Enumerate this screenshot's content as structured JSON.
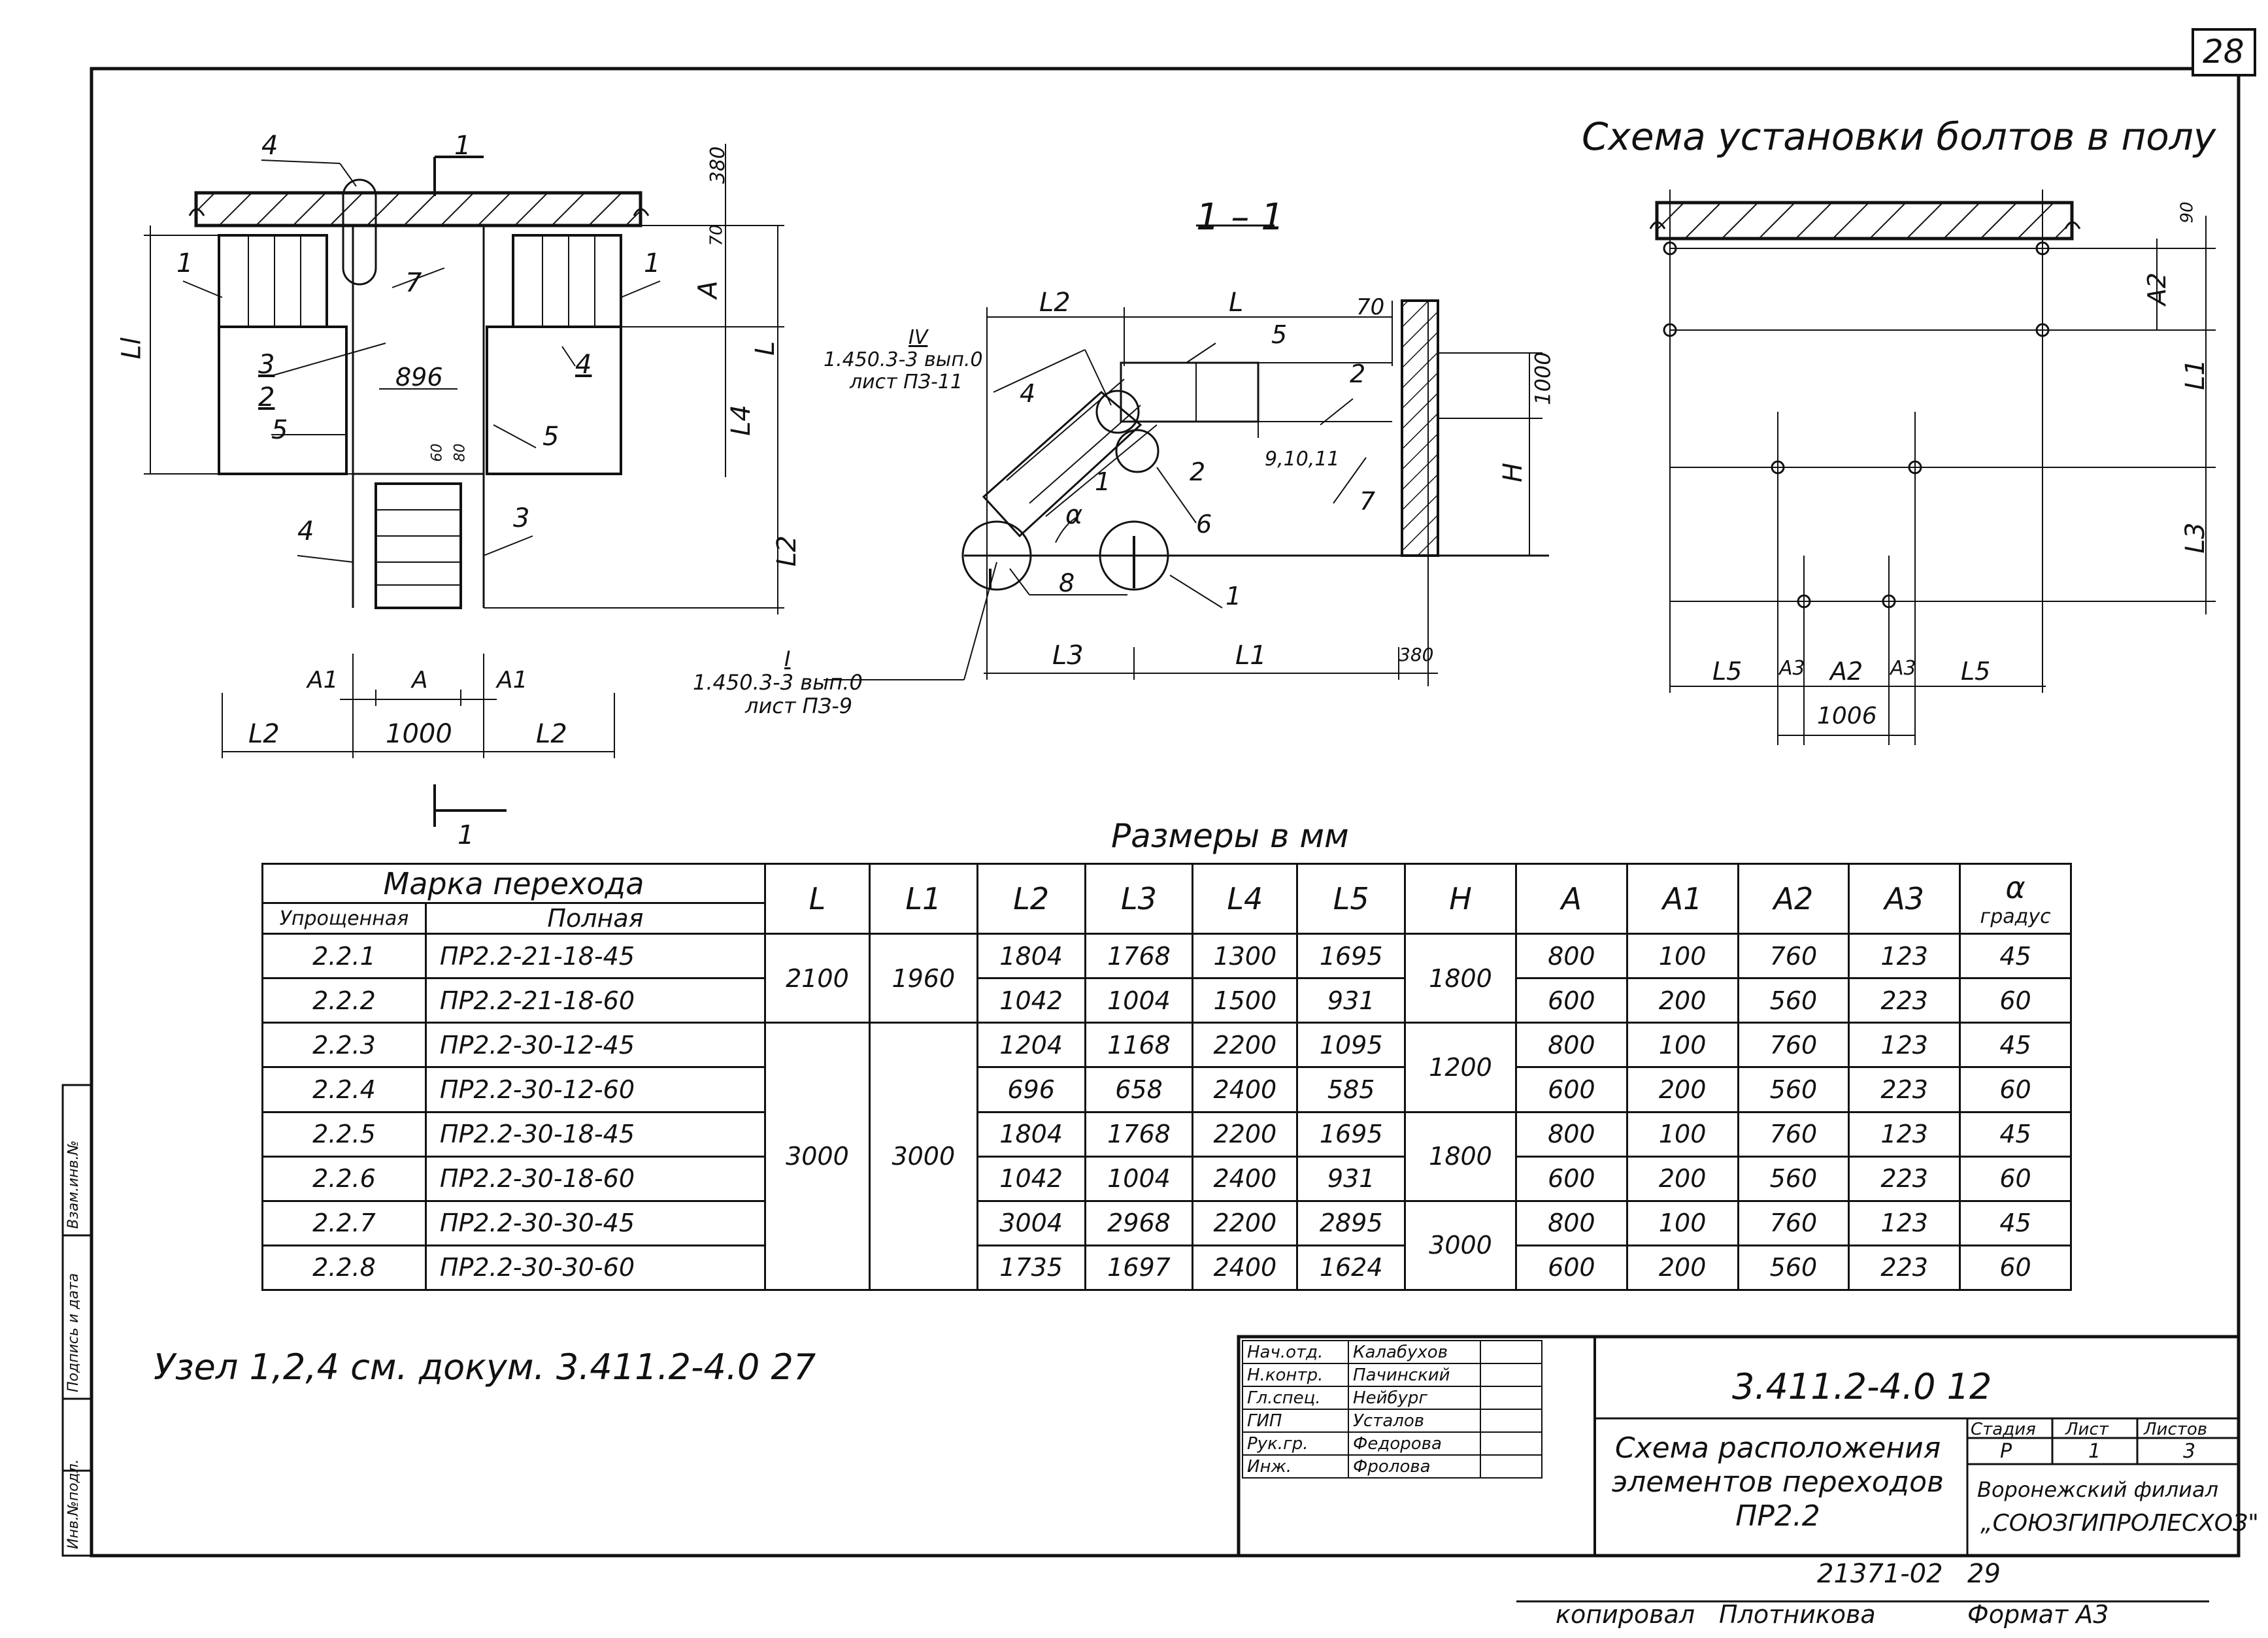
{
  "sheet": {
    "page_number": "28",
    "format": "Формат А3",
    "copied_by": "копировал",
    "copier_name": "Плотникова",
    "archive_number": "21371-02",
    "archive_page": "29"
  },
  "drawings": {
    "plan": {
      "labels": [
        "4",
        "1",
        "380",
        "70",
        "1",
        "1",
        "А",
        "7",
        "Ll",
        "L",
        "3",
        "2",
        "896",
        "4",
        "5",
        "5",
        "L4",
        "60",
        "80",
        "4",
        "3",
        "L2",
        "A1",
        "A",
        "A1",
        "L2",
        "1000",
        "L2",
        "1"
      ]
    },
    "section": {
      "title": "1 – 1",
      "callout_top": {
        "roman": "IV",
        "doc": "1.450.3-3 вып.0",
        "sheet": "лист ПЗ-11"
      },
      "callout_bottom": {
        "roman": "I",
        "doc": "1.450.3-3 вып.0",
        "sheet": "лист ПЗ-9"
      },
      "labels": [
        "L2",
        "L",
        "70",
        "5",
        "4",
        "2",
        "1000",
        "9,10,11",
        "2",
        "1",
        "H",
        "7",
        "6",
        "α",
        "8",
        "1",
        "L3",
        "L1",
        "380"
      ]
    },
    "bolts": {
      "title": "Схема установки болтов в полу",
      "labels": [
        "90",
        "A2",
        "L1",
        "L3",
        "L5",
        "A3",
        "A2",
        "A3",
        "L5",
        "1006"
      ]
    }
  },
  "units_caption": "Размеры в мм",
  "table": {
    "mark_header": "Марка перехода",
    "sub_headers": [
      "Упрощенная",
      "Полная"
    ],
    "columns": [
      "L",
      "L1",
      "L2",
      "L3",
      "L4",
      "L5",
      "H",
      "A",
      "A1",
      "A2",
      "A3"
    ],
    "alpha_header": "α",
    "alpha_unit": "градус",
    "rows": [
      {
        "short": "2.2.1",
        "full": "ПР2.2-21-18-45",
        "L2": "1804",
        "L3": "1768",
        "L4": "1300",
        "L5": "1695",
        "A": "800",
        "A1": "100",
        "A2": "760",
        "A3": "123",
        "alpha": "45"
      },
      {
        "short": "2.2.2",
        "full": "ПР2.2-21-18-60",
        "L2": "1042",
        "L3": "1004",
        "L4": "1500",
        "L5": "931",
        "A": "600",
        "A1": "200",
        "A2": "560",
        "A3": "223",
        "alpha": "60"
      },
      {
        "short": "2.2.3",
        "full": "ПР2.2-30-12-45",
        "L2": "1204",
        "L3": "1168",
        "L4": "2200",
        "L5": "1095",
        "A": "800",
        "A1": "100",
        "A2": "760",
        "A3": "123",
        "alpha": "45"
      },
      {
        "short": "2.2.4",
        "full": "ПР2.2-30-12-60",
        "L2": "696",
        "L3": "658",
        "L4": "2400",
        "L5": "585",
        "A": "600",
        "A1": "200",
        "A2": "560",
        "A3": "223",
        "alpha": "60"
      },
      {
        "short": "2.2.5",
        "full": "ПР2.2-30-18-45",
        "L2": "1804",
        "L3": "1768",
        "L4": "2200",
        "L5": "1695",
        "A": "800",
        "A1": "100",
        "A2": "760",
        "A3": "123",
        "alpha": "45"
      },
      {
        "short": "2.2.6",
        "full": "ПР2.2-30-18-60",
        "L2": "1042",
        "L3": "1004",
        "L4": "2400",
        "L5": "931",
        "A": "600",
        "A1": "200",
        "A2": "560",
        "A3": "223",
        "alpha": "60"
      },
      {
        "short": "2.2.7",
        "full": "ПР2.2-30-30-45",
        "L2": "3004",
        "L3": "2968",
        "L4": "2200",
        "L5": "2895",
        "A": "800",
        "A1": "100",
        "A2": "760",
        "A3": "123",
        "alpha": "45"
      },
      {
        "short": "2.2.8",
        "full": "ПР2.2-30-30-60",
        "L2": "1735",
        "L3": "1697",
        "L4": "2400",
        "L5": "1624",
        "A": "600",
        "A1": "200",
        "A2": "560",
        "A3": "223",
        "alpha": "60"
      }
    ],
    "merged": {
      "L_a": "2100",
      "L1_a": "1960",
      "L_b": "3000",
      "L1_b": "3000",
      "H1": "1800",
      "H2": "1200",
      "H3": "1800",
      "H4": "3000"
    }
  },
  "note": "Узел 1,2,4 см. докум. 3.411.2-4.0  27",
  "title_block": {
    "doc_code": "3.411.2-4.0  12",
    "title": "Схема расположения элементов переходов ПР2.2",
    "stage_label": "Стадия",
    "sheet_label": "Лист",
    "sheets_label": "Листов",
    "stage": "Р",
    "sheet": "1",
    "sheets": "3",
    "org_line1": "Воронежский филиал",
    "org_line2": "„СОЮЗГИПРОЛЕСХОЗ\"",
    "signatures": [
      {
        "role": "Нач.отд.",
        "name": "Калабухов"
      },
      {
        "role": "Н.контр.",
        "name": "Пачинский"
      },
      {
        "role": "Гл.спец.",
        "name": "Нейбург"
      },
      {
        "role": "ГИП",
        "name": "Усталов"
      },
      {
        "role": "Рук.гр.",
        "name": "Федорова"
      },
      {
        "role": "Инж.",
        "name": "Фролова"
      }
    ]
  },
  "side_stamp": [
    "Инв.№подл.",
    "Подпись и дата",
    "Взам.инв.№"
  ]
}
